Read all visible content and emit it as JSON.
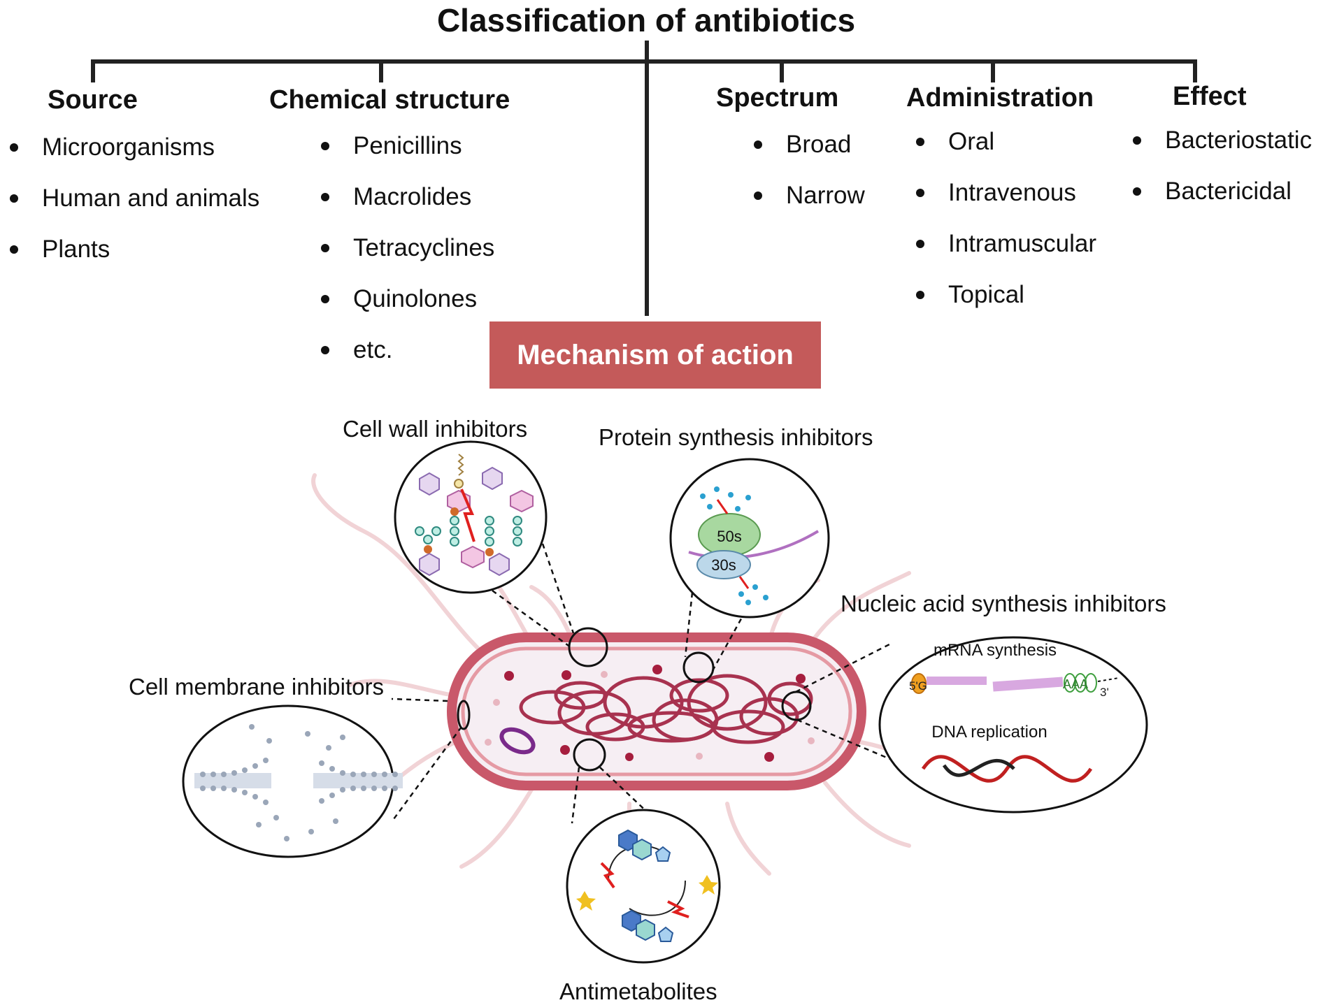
{
  "title": "Classification of antibiotics",
  "categories": [
    {
      "heading": "Source",
      "items": [
        "Microorganisms",
        "Human and animals",
        "Plants"
      ]
    },
    {
      "heading": "Chemical structure",
      "items": [
        "Penicillins",
        "Macrolides",
        "Tetracyclines",
        "Quinolones",
        "etc."
      ]
    },
    {
      "heading": "Spectrum",
      "items": [
        "Broad",
        "Narrow"
      ]
    },
    {
      "heading": "Administration",
      "items": [
        "Oral",
        "Intravenous",
        "Intramuscular",
        "Topical"
      ]
    },
    {
      "heading": "Effect",
      "items": [
        "Bacteriostatic",
        "Bactericidal"
      ]
    }
  ],
  "mechanism": {
    "title": "Mechanism of action",
    "cell_wall": "Cell wall inhibitors",
    "protein": "Protein synthesis inhibitors",
    "nucleic": "Nucleic acid synthesis inhibitors",
    "membrane": "Cell membrane inhibitors",
    "antimetabolites": "Antimetabolites",
    "ribosome_large": "50s",
    "ribosome_small": "30s",
    "mrna_label": "mRNA synthesis",
    "five_prime": "5'G",
    "poly_a": "AAA",
    "three_prime": "3'",
    "dna_label": "DNA replication"
  },
  "colors": {
    "banner": "#c45a5a",
    "bacterium": "#c9586a",
    "bacterium_fill": "#f6eef3",
    "dna": "#a8324f"
  }
}
